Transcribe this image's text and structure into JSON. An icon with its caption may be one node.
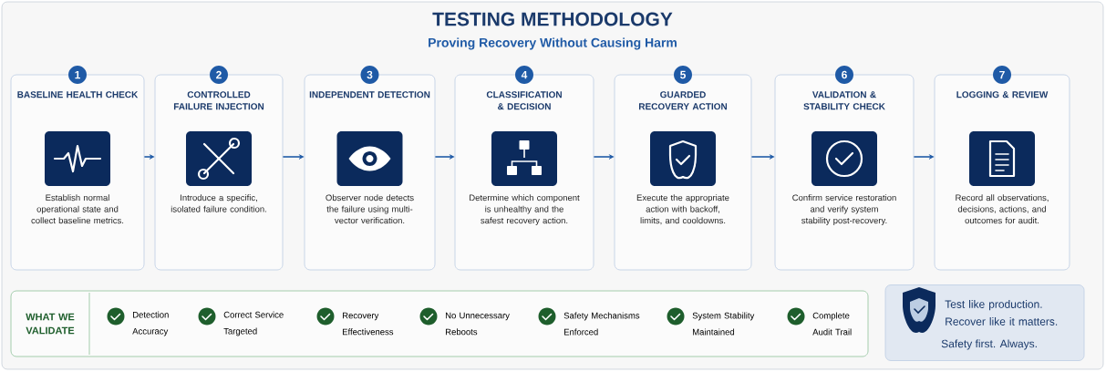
{
  "diagram": {
    "title": "TESTING METHODOLOGY",
    "nodes": [
      {
        "text": [
          "1",
          "BASELINE HEALTH CHECK",
          "Establish normal operational state and collect baseline metrics."
        ]
      },
      {
        "text": [
          "2",
          "CONTROLLED FAILURE INJECTION",
          "Introduce a specific, isolated failure condition."
        ]
      },
      {
        "text": [
          "3",
          "INDEPENDENT DETECTION",
          "Observer node detects the failure using multi-vector verification."
        ]
      },
      {
        "text": [
          "4",
          "CLASSIFICATION & DECISION",
          "Determine which component is unhealthy and the safest recovery action."
        ]
      },
      {
        "text": [
          "5",
          "GUARDED RECOVERY ACTION",
          "Execute the appropriate action with backoff, limits, and cooldowns."
        ]
      },
      {
        "text": [
          "6",
          "VALIDATION & STABILITY CHECK",
          "Confirm service restoration and verify system stability post-recovery."
        ]
      },
      {
        "text": [
          "7",
          "LOGGING & REVIEW",
          "Record all observations, decisions, actions, and outcomes for audit."
        ]
      },
      {
        "text": [
          "WHAT WE VALIDATE"
        ]
      },
      {
        "text": [
          "Test like production. Recover like it matters.",
          "Safety first. Always."
        ]
      }
    ],
    "edges": [
      {
        "from": 0,
        "to": 1,
        "arrow": "to"
      },
      {
        "from": 1,
        "to": 2,
        "arrow": "to"
      },
      {
        "from": 2,
        "to": 3,
        "arrow": "to"
      },
      {
        "from": 3,
        "to": 4,
        "arrow": "to"
      },
      {
        "from": 4,
        "to": 5,
        "arrow": "to"
      },
      {
        "from": 5,
        "to": 6,
        "arrow": "to"
      }
    ],
    "labels": [
      "Proving Recovery Without Causing Harm",
      "Detection Accuracy",
      "Correct Service Targeted",
      "Recovery Effectiveness",
      "No Unnecessary Reboots",
      "Safety Mechanisms Enforced",
      "System Stability Maintained",
      "Complete Audit Trail"
    ]
  }
}
